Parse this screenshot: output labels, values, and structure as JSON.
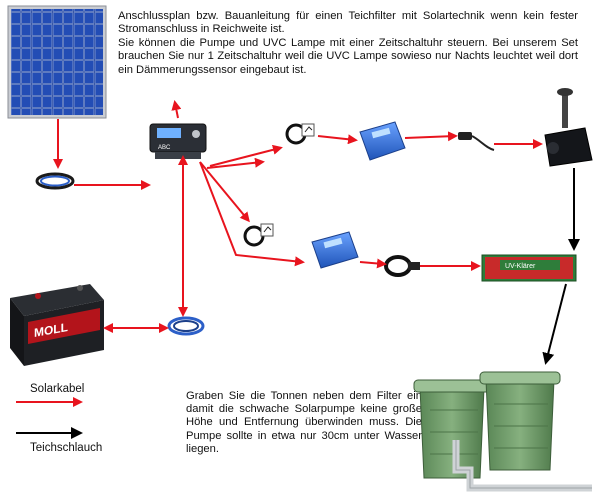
{
  "intro": {
    "lines": [
      "Anschlussplan bzw. Bauanleitung für einen Teichfilter mit Solartechnik wenn kein fester Stromanschluss in Reichweite ist.",
      "Sie können die Pumpe und UVC Lampe mit einer Zeitschaltuhr steuern. Bei unserem Set brauchen Sie nur 1 Zeitschaltuhr weil die UVC Lampe sowieso nur Nachts leuchtet weil dort ein Dämmerungssensor eingebaut ist."
    ]
  },
  "tip": "Graben Sie die Tonnen neben dem Filter ein damit die schwache Solarpumpe keine große Höhe und Entfernung überwinden muss. Die Pumpe sollte in etwa nur 30cm unter Wasser liegen.",
  "legend": {
    "solar_cable": "Solarkabel",
    "pond_hose": "Teichschlauch"
  },
  "labels": {
    "battery_brand": "MOLL",
    "uv_filter": "UV-Klärer",
    "controller_brand": "ABC"
  },
  "colors": {
    "solar_cable": "#e8141e",
    "pond_hose": "#000000",
    "panel_cell": "#1c3f9a",
    "barrel": "#6f9b6a",
    "device_blue": "#2f6fd0"
  }
}
